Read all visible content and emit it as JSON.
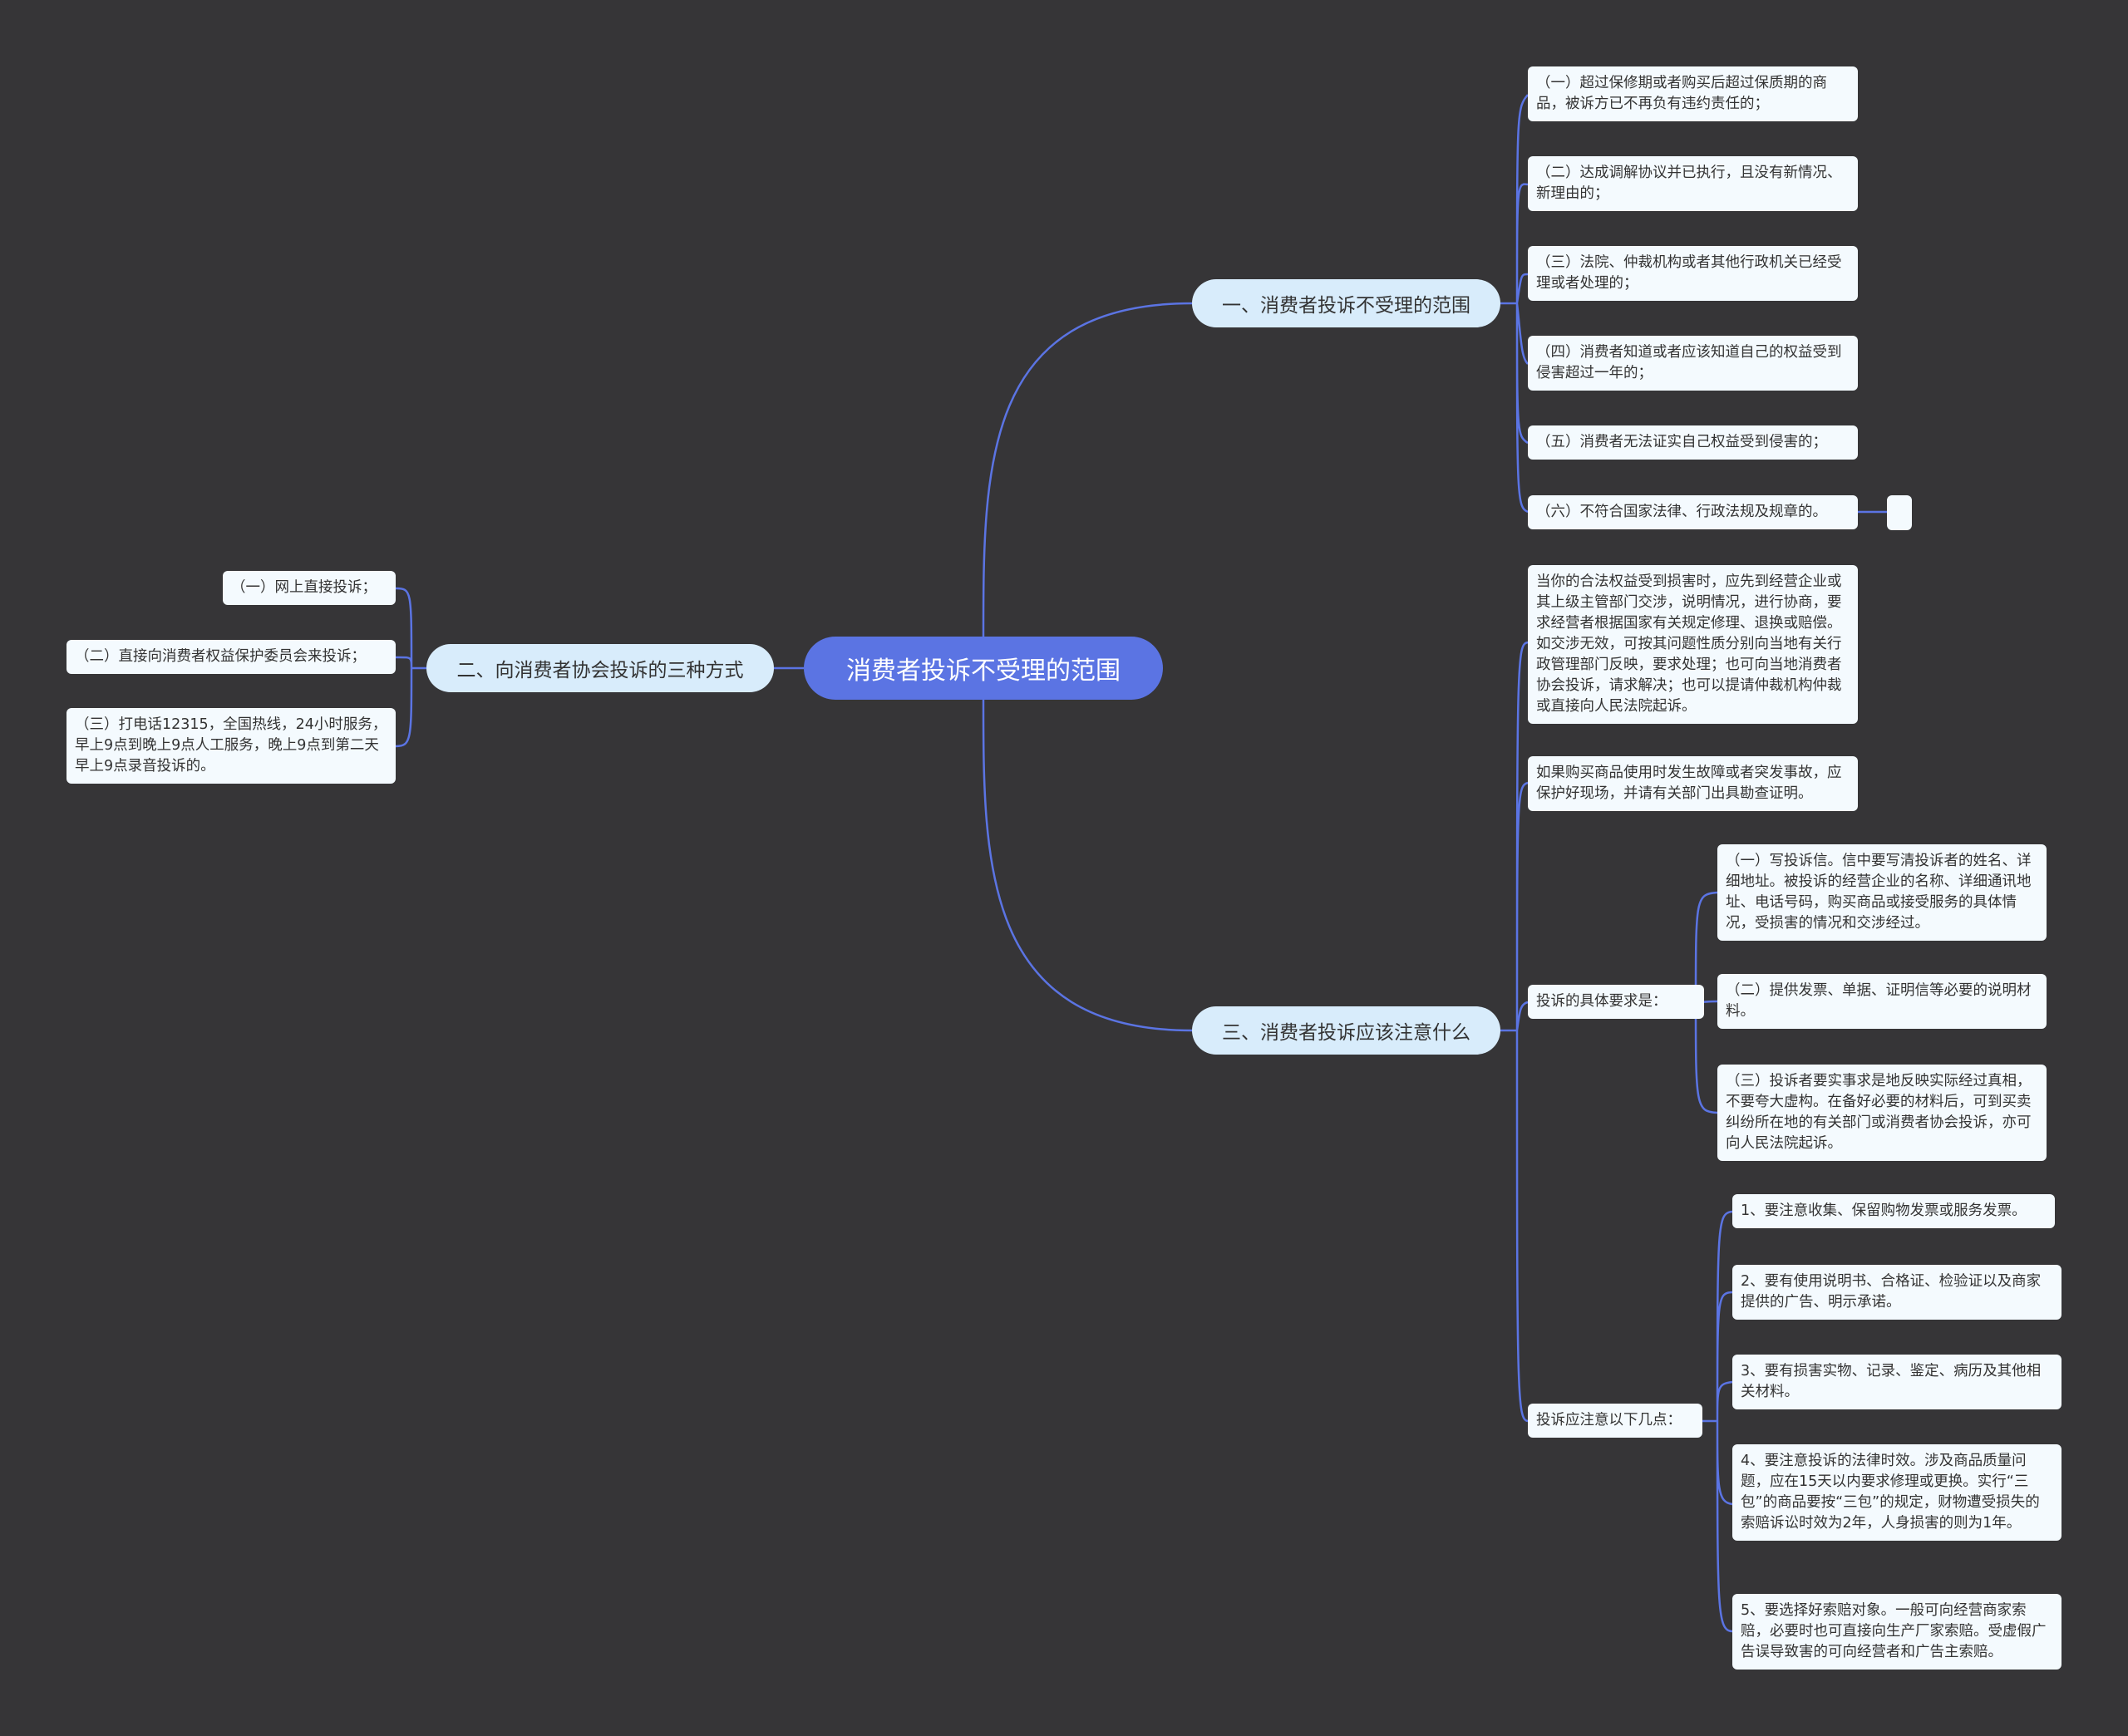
{
  "colors": {
    "background": "#363537",
    "root": "#5b74e3",
    "branch": "#d8ecfb",
    "leaf": "#f4fafe",
    "link": "#5b74e3"
  },
  "root": {
    "label": "消费者投诉不受理的范围"
  },
  "branch1": {
    "label": "一、消费者投诉不受理的范围",
    "items": [
      "（一）超过保修期或者购买后超过保质期的商品，被诉方已不再负有违约责任的；",
      "（二）达成调解协议并已执行，且没有新情况、新理由的；",
      "（三）法院、仲裁机构或者其他行政机关已经受理或者处理的；",
      "（四）消费者知道或者应该知道自己的权益受到侵害超过一年的；",
      "（五）消费者无法证实自己权益受到侵害的；",
      "（六）不符合国家法律、行政法规及规章的。"
    ]
  },
  "branch2": {
    "label": "二、向消费者协会投诉的三种方式",
    "items": [
      "（一）网上直接投诉；",
      "（二）直接向消费者权益保护委员会来投诉；",
      "（三）打电话12315，全国热线，24小时服务，早上9点到晚上9点人工服务，晚上9点到第二天早上9点录音投诉的。"
    ]
  },
  "branch3": {
    "label": "三、消费者投诉应该注意什么",
    "items": [
      "当你的合法权益受到损害时，应先到经营企业或其上级主管部门交涉，说明情况，进行协商，要求经营者根据国家有关规定修理、退换或赔偿。如交涉无效，可按其问题性质分别向当地有关行政管理部门反映，要求处理；也可向当地消费者协会投诉，请求解决；也可以提请仲裁机构仲裁或直接向人民法院起诉。",
      "如果购买商品使用时发生故障或者突发事故，应保护好现场，并请有关部门出具勘查证明。"
    ],
    "req": {
      "label": "投诉的具体要求是：",
      "items": [
        "（一）写投诉信。信中要写清投诉者的姓名、详细地址。被投诉的经营企业的名称、详细通讯地址、电话号码，购买商品或接受服务的具体情况，受损害的情况和交涉经过。",
        "（二）提供发票、单据、证明信等必要的说明材料。",
        "（三）投诉者要实事求是地反映实际经过真相，不要夸大虚构。在备好必要的材料后，可到买卖纠纷所在地的有关部门或消费者协会投诉，亦可向人民法院起诉。"
      ]
    },
    "notes": {
      "label": "投诉应注意以下几点：",
      "items": [
        "1、要注意收集、保留购物发票或服务发票。",
        "2、要有使用说明书、合格证、检验证以及商家提供的广告、明示承诺。",
        "3、要有损害实物、记录、鉴定、病历及其他相关材料。",
        "4、要注意投诉的法律时效。涉及商品质量问题，应在15天以内要求修理或更换。实行“三包”的商品要按“三包”的规定，财物遭受损失的索赔诉讼时效为2年，人身损害的则为1年。",
        "5、要选择好索赔对象。一般可向经营商家索赔，必要时也可直接向生产厂家索赔。受虚假广告误导致害的可向经营者和广告主索赔。"
      ]
    }
  }
}
